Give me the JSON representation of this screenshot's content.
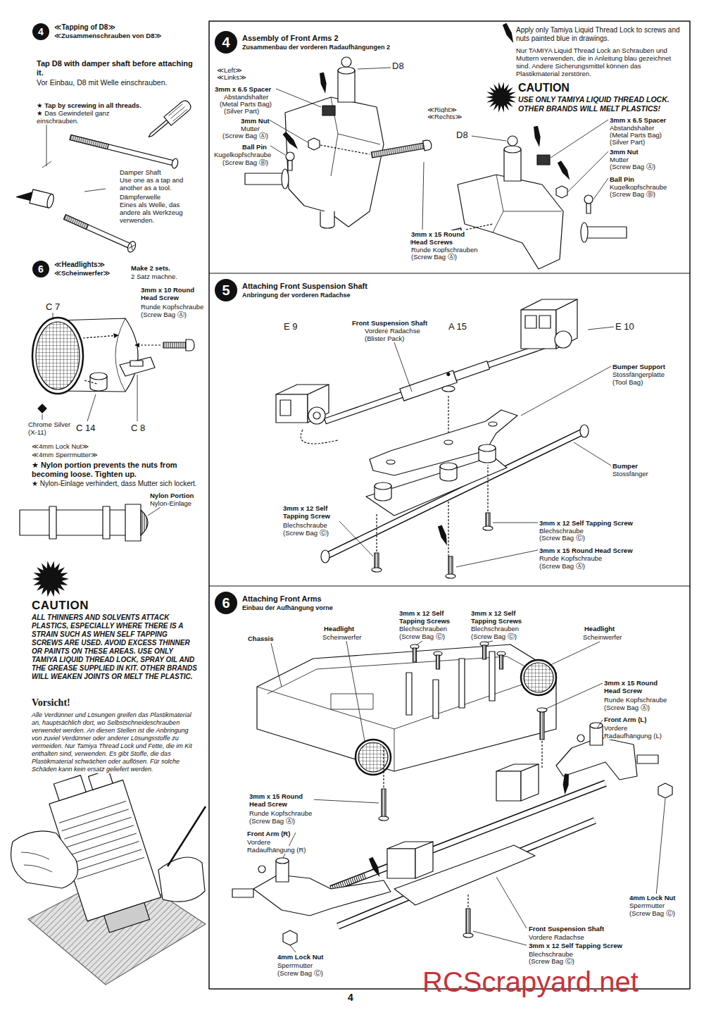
{
  "diagram": {
    "nodes": [
      {
        "text": [
          "4",
          "≪Tapping of D8≫",
          "≪Zusammenschrauben von D8≫"
        ]
      },
      {
        "text": [
          "6",
          "≪Headlights≫",
          "≪Scheinwerfer≫"
        ]
      },
      {
        "text": [
          "4",
          "Assembly of Front Arms 2",
          "Zusammenbau der vorderen Radaufhängungen 2"
        ]
      },
      {
        "text": [
          "5",
          "Attaching Front Suspension Shaft",
          "Anbringung der vorderen Radachse"
        ]
      },
      {
        "text": [
          "6",
          "Attaching Front Arms",
          "Einbau der Aufhängung vorne"
        ]
      }
    ],
    "labels": [
      "Tap D8 with damper shaft before attaching it.",
      "Vor Einbau, D8 mit Welle einschrauben.",
      "★ Tap by screwing in all threads.",
      "★ Das Gewindeteil ganz einschrauben.",
      "Damper Shaft",
      "Use one as a tap and another as a tool.",
      "Dämpferwelle",
      "Eines als Welle, das andere als Werkzeug verwenden.",
      "Make 2 sets.",
      "2 Satz machne.",
      "3mm x 10 Round Head Screw",
      "Runde Kopfschraube",
      "(Screw Bag Ⓐ)",
      "C 7",
      "Chrome Silver (X-11)",
      "C 14",
      "C 8",
      "≪4mm Lock Nut≫",
      "≪4mm Sperrmutter≫",
      "★ Nylon portion prevents the nuts from becoming loose. Tighten up.",
      "★ Nylon-Einlage verhindert, dass Mutter sich lockert.",
      "Nylon Portion",
      "Nylon-Einlage",
      "CAUTION",
      "ALL THINNERS AND SOLVENTS ATTACK PLASTICS, ESPECIALLY WHERE THERE IS A STRAIN SUCH AS WHEN SELF TAPPING SCREWS ARE USED. AVOID EXCESS THINNER OR PAINTS ON THESE AREAS. USE ONLY TAMIYA LIQUID THREAD LOCK, SPRAY OIL AND THE GREASE SUPPLIED IN KIT. OTHER BRANDS WILL WEAKEN JOINTS OR MELT THE PLASTIC.",
      "Vorsicht!",
      "Alle Verdünner und Lösungen greifen das Plastikmaterial an, hauptsächlich dort, wo Selbstschneideschrauben verwendet werden. An diesen Stellen ist die Anbringung von zuviel Verdünner oder anderer Lösungsstoffe zu vermeiden. Nur Tamiya Thread Lock und Fette, die im Kit enthalten sind, verwenden. Es gibt Stoffe, die das Plastikmaterial schwächen oder auflösen. Für solche Schäden kann kein ersatz geliefert werden.",
      "Apply only Tamiya Liquid Thread Lock to screws and nuts painted blue in drawings.",
      "Nur TAMIYA Liquid Thread Lock an Schrauben und Muttern verwenden, die in Anleitung blau gezeichnet sind. Andere Sicherungsmittel können das Plastikmaterial zerstören.",
      "≪Left≫",
      "≪Links≫",
      "3mm x 6.5 Spacer",
      "Abstandshalter",
      "(Metal Parts Bag)",
      "(Silver Part)",
      "3mm Nut",
      "Mutter",
      "(Screw Bag Ⓐ)",
      "Ball Pin",
      "Kugelkopfschraube",
      "(Screw Bag Ⓑ)",
      "D8",
      "CAUTION",
      "USE ONLY TAMIYA LIQUID THREAD LOCK. OTHER BRANDS WILL MELT PLASTICS!",
      "≪Right≫",
      "≪Rechts≫",
      "D8",
      "3mm x 6.5 Spacer",
      "Abstandshalter",
      "(Metal Parts Bag)",
      "(Silver Part)",
      "3mm Nut",
      "Mutter",
      "(Screw Bag Ⓐ)",
      "Ball Pin",
      "Kugelkopfschraube",
      "(Screw Bag Ⓑ)",
      "3mm x 15 Round Head Screws",
      "Runde Kopfschrauben",
      "(Screw Bag Ⓐ)",
      "E 9",
      "Front Suspension Shaft",
      "Vordere Radachse",
      "(Blister Pack)",
      "A 15",
      "E 10",
      "Bumper Support",
      "Stossfängerplatte",
      "(Tool Bag)",
      "Bumper",
      "Stossfänger",
      "3mm x 12 Self Tapping Screw",
      "Blechschraube",
      "(Screw Bag Ⓒ)",
      "3mm x 12 Self Tapping Screw",
      "Blechschraube",
      "(Screw Bag Ⓒ)",
      "3mm x 15 Round Head Screw",
      "Runde Kopfschraube",
      "(Screw Bag Ⓐ)",
      "3mm x 12 Self Tapping Screws",
      "Blechschrauben",
      "(Screw Bag Ⓒ)",
      "3mm x 12 Self Tapping Screws",
      "Blechschrauben",
      "(Screw Bag Ⓒ)",
      "Headlight",
      "Scheinwerfer",
      "Chassis",
      "Headlight",
      "Scheinwerfer",
      "3mm x 15 Round Head Screw",
      "Runde Kopfschraube",
      "(Screw Bag Ⓐ)",
      "Front Arm (L)",
      "Vordere",
      "Radaufhängung (L)",
      "3mm x 15 Round Head Screw",
      "Runde Kopfschraube",
      "(Screw Bag Ⓐ)",
      "Front Arm (R)",
      "Vordere",
      "Radaufhängung (R)",
      "4mm Lock Nut",
      "Sperrmutter",
      "(Screw Bag Ⓒ)",
      "Front Suspension Shaft",
      "Vordere Radachse",
      "3mm x 12 Self Tapping Screw",
      "Blechschraube",
      "(Screw Bag Ⓒ)",
      "4mm Lock Nut",
      "Sperrmutter",
      "(Screw Bag Ⓒ)",
      "4",
      "RCScrapyard.net"
    ]
  }
}
